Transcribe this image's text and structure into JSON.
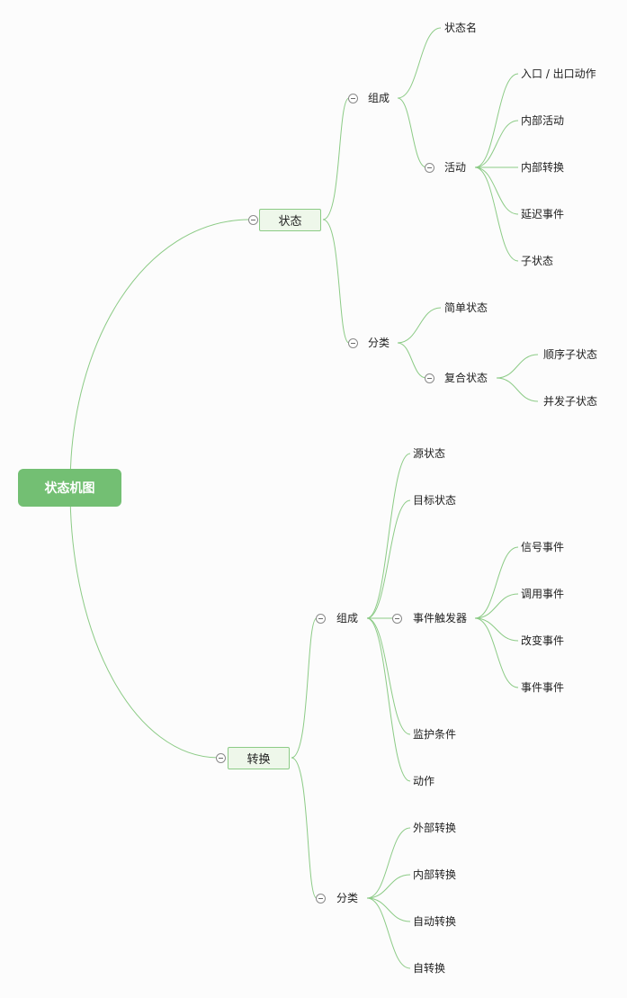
{
  "mindmap": {
    "root": "状态机图",
    "state": {
      "label": "状态",
      "composition": {
        "label": "组成",
        "name": "状态名",
        "activity": {
          "label": "活动",
          "items": [
            "入口 / 出口动作",
            "内部活动",
            "内部转换",
            "延迟事件",
            "子状态"
          ]
        }
      },
      "classification": {
        "label": "分类",
        "simple": "简单状态",
        "composite": {
          "label": "复合状态",
          "items": [
            "顺序子状态",
            "并发子状态"
          ]
        }
      }
    },
    "transition": {
      "label": "转换",
      "composition": {
        "label": "组成",
        "source": "源状态",
        "target": "目标状态",
        "trigger": {
          "label": "事件触发器",
          "items": [
            "信号事件",
            "调用事件",
            "改变事件",
            "事件事件"
          ]
        },
        "guard": "监护条件",
        "action": "动作"
      },
      "classification": {
        "label": "分类",
        "items": [
          "外部转换",
          "内部转换",
          "自动转换",
          "自转换"
        ]
      }
    }
  },
  "colors": {
    "line": "#8ccb86",
    "root_fill": "#73bf73",
    "branch_fill": "#eef7ea",
    "toggle_border": "#8a8a8a"
  }
}
